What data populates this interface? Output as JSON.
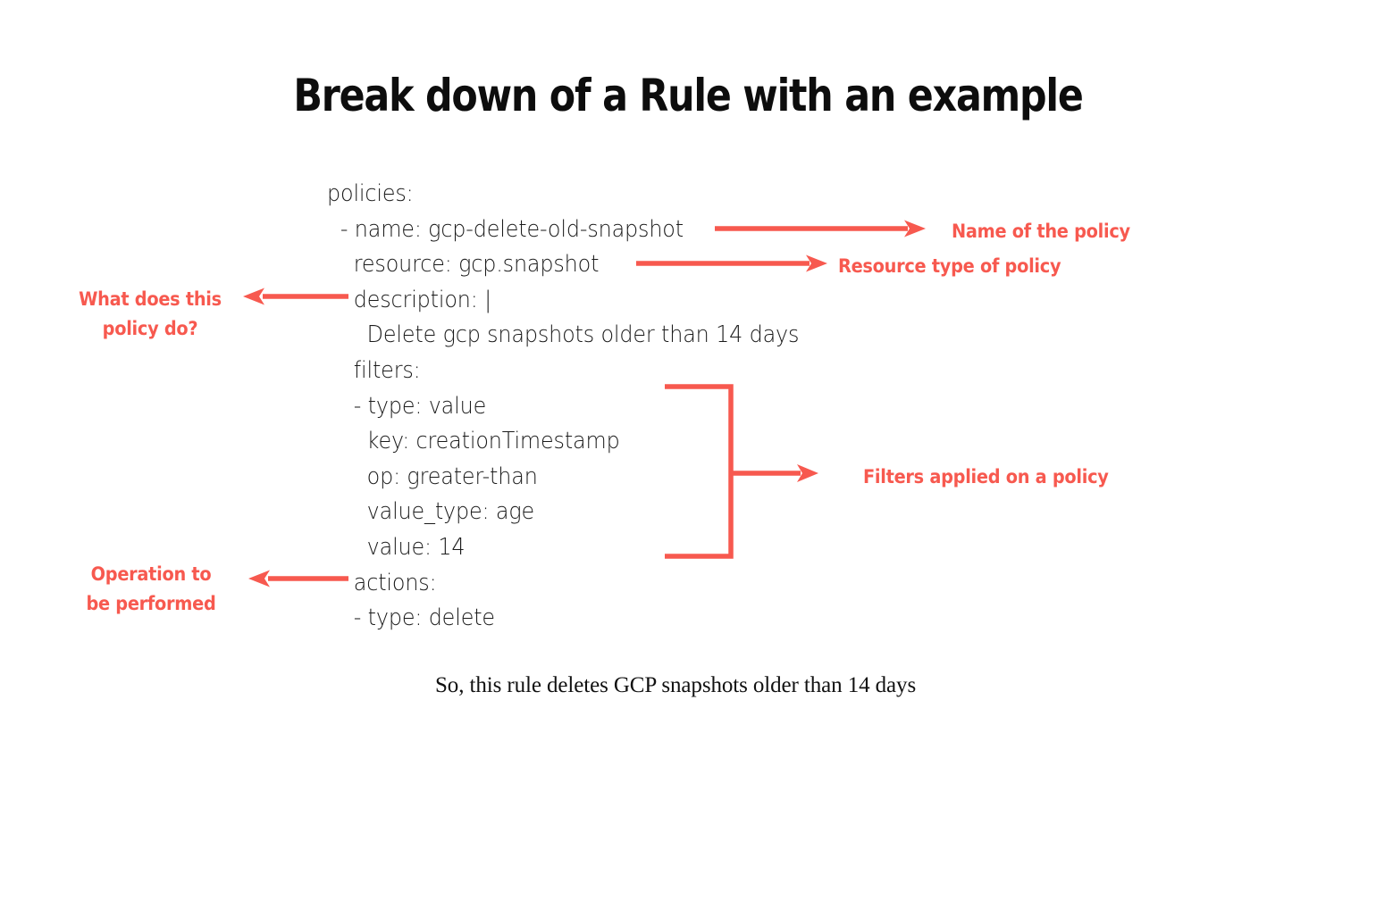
{
  "page": {
    "title": "Break down of a Rule with an example",
    "background_color": "#ffffff",
    "accent_color": "#F7594F",
    "text_color": "#1b1b1b",
    "caption": "So, this rule deletes GCP snapshots older than 14 days"
  },
  "yaml": {
    "lines": [
      "policies:",
      "  - name: gcp-delete-old-snapshot",
      "    resource: gcp.snapshot",
      "    description: |",
      "      Delete gcp snapshots older than 14 days",
      "    filters:",
      "    - type: value",
      "      key: creationTimestamp",
      "      op: greater-than",
      "      value_type: age",
      "      value: 14",
      "    actions:",
      "    - type: delete"
    ]
  },
  "annotations": {
    "name_of_policy": "Name of the policy",
    "resource_type": "Resource type of policy",
    "filters_applied": "Filters applied on a policy",
    "what_does_policy_do": "What does this\npolicy do?",
    "operation_performed": "Operation to\nbe performed"
  },
  "icons": {
    "arrow_right": "arrow-right-icon",
    "arrow_left": "arrow-left-icon",
    "bracket": "bracket-connector-icon"
  }
}
